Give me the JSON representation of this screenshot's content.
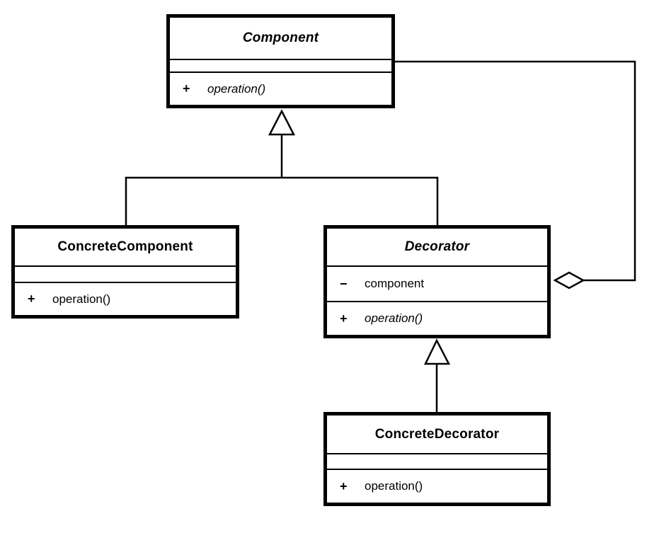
{
  "diagram": {
    "kind": "uml-class-diagram",
    "pattern": "Decorator",
    "colors": {
      "line": "#000000",
      "fill": "#ffffff",
      "background": "#ffffff",
      "text": "#000000"
    }
  },
  "classes": {
    "component": {
      "name": "Component",
      "abstract": true,
      "attributes": [],
      "operations": [
        {
          "visibility": "+",
          "signature": "operation()",
          "abstract": true
        }
      ]
    },
    "concreteComponent": {
      "name": "ConcreteComponent",
      "abstract": false,
      "attributes": [],
      "operations": [
        {
          "visibility": "+",
          "signature": "operation()",
          "abstract": false
        }
      ]
    },
    "decorator": {
      "name": "Decorator",
      "abstract": true,
      "attributes": [
        {
          "visibility": "−",
          "name": "component"
        }
      ],
      "operations": [
        {
          "visibility": "+",
          "signature": "operation()",
          "abstract": true
        }
      ]
    },
    "concreteDecorator": {
      "name": "ConcreteDecorator",
      "abstract": false,
      "attributes": [],
      "operations": [
        {
          "visibility": "+",
          "signature": "operation()",
          "abstract": false
        }
      ]
    }
  },
  "relationships": [
    {
      "type": "generalization",
      "from": "ConcreteComponent",
      "to": "Component"
    },
    {
      "type": "generalization",
      "from": "Decorator",
      "to": "Component"
    },
    {
      "type": "generalization",
      "from": "ConcreteDecorator",
      "to": "Decorator"
    },
    {
      "type": "aggregation",
      "owner": "Decorator",
      "part": "Component"
    }
  ]
}
